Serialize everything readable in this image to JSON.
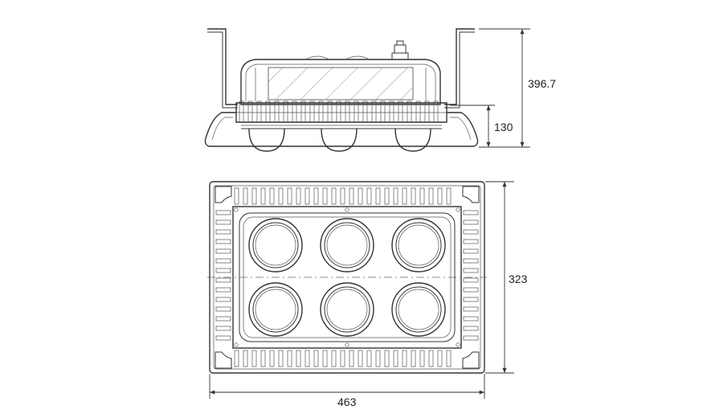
{
  "drawing": {
    "dimensions": {
      "total_height": "396.7",
      "base_height": "130",
      "depth": "323",
      "width": "463"
    },
    "lamp_grid": {
      "rows": 2,
      "cols": 3
    }
  }
}
